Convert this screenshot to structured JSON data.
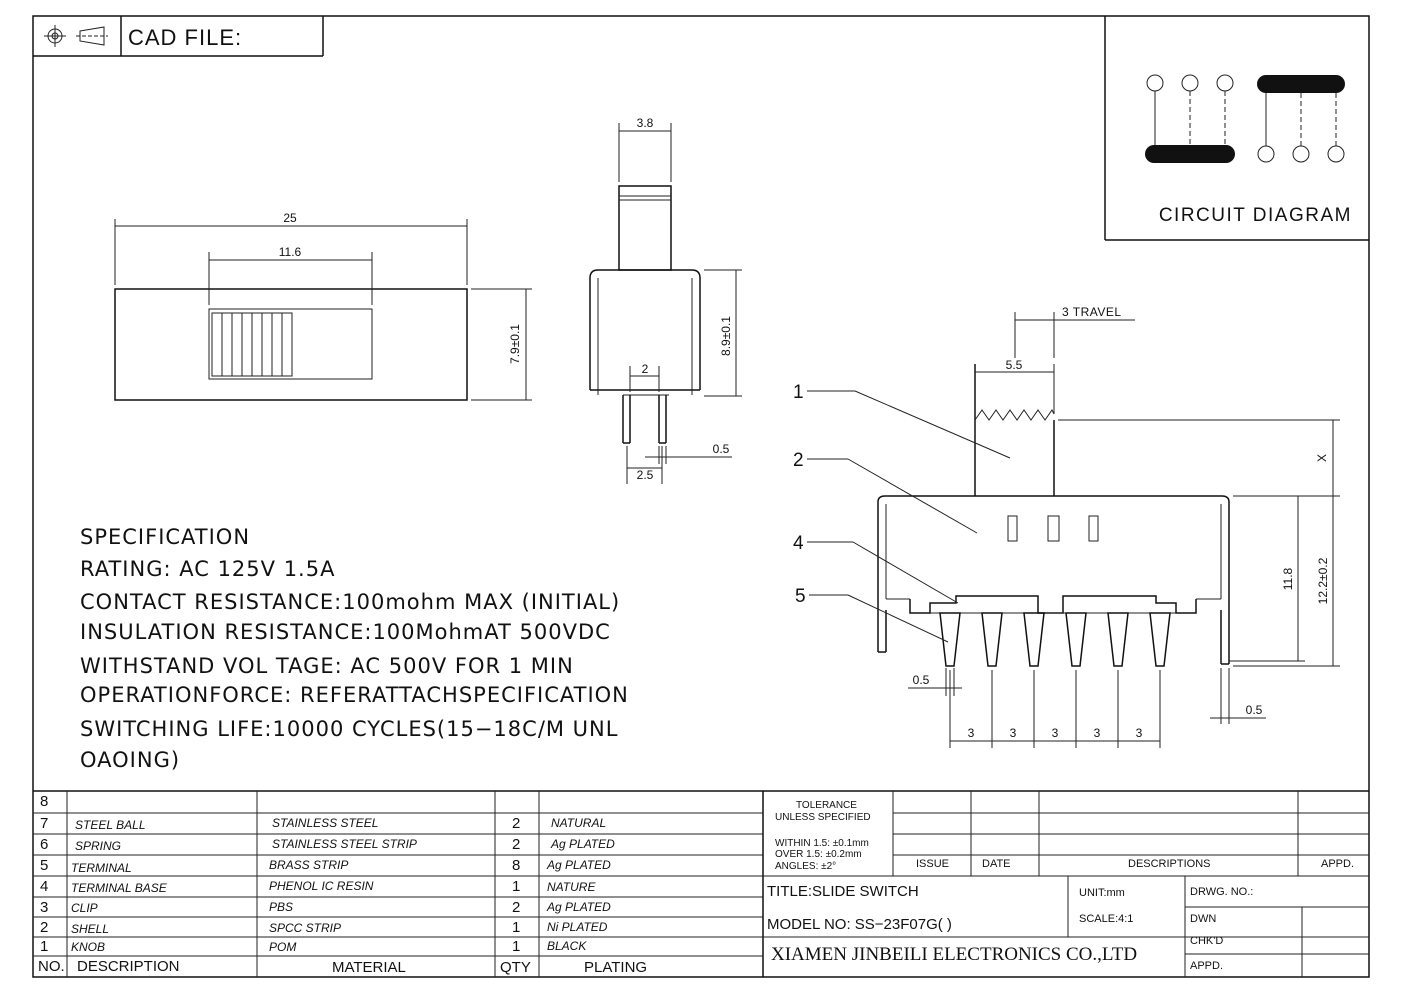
{
  "header": {
    "cad_file_label": "CAD FILE:"
  },
  "circuit": {
    "title": "CIRCUIT DIAGRAM"
  },
  "top_view": {
    "dim_overall": "25",
    "dim_knob": "11.6",
    "dim_height": "7.9±0.1"
  },
  "side_view": {
    "dim_knob_width": "3.8",
    "dim_height": "8.9±0.1",
    "dim_terminal": "2",
    "dim_pin": "0.5",
    "dim_pitch": "2.5"
  },
  "front_view": {
    "travel": "3 TRAVEL",
    "dim_knob": "5.5",
    "dim_x": "X",
    "dim_11_8": "11.8",
    "dim_12_2": "12.2±0.2",
    "dim_pin_left": "0.5",
    "dim_pin_right": "0.5",
    "pitch": [
      "3",
      "3",
      "3",
      "3",
      "3"
    ],
    "callouts": [
      "1",
      "2",
      "4",
      "5"
    ]
  },
  "specification": {
    "title": "SPECIFICATION",
    "lines": [
      "RATING: AC 125V 1.5A",
      "CONTACT RESISTANCE:100mohm MAX (INITIAL)",
      "INSULATION RESISTANCE:100MohmAT 500VDC",
      "WITHSTAND VOL TAGE: AC 500V FOR 1 MIN",
      "OPERATIONFORCE: REFERATTACHSPECIFICATION",
      "SWITCHING LIFE:10000 CYCLES(15−18C/M UNL",
      "OAOING)"
    ]
  },
  "bom": {
    "headers": {
      "no": "NO.",
      "description": "DESCRIPTION",
      "material": "MATERIAL",
      "qty": "QTY",
      "plating": "PLATING"
    },
    "rows": [
      {
        "no": "8",
        "description": "",
        "material": "",
        "qty": "",
        "plating": ""
      },
      {
        "no": "7",
        "description": "STEEL BALL",
        "material": "STAINLESS STEEL",
        "qty": "2",
        "plating": "NATURAL"
      },
      {
        "no": "6",
        "description": "SPRING",
        "material": "STAINLESS STEEL STRIP",
        "qty": "2",
        "plating": "Ag PLATED"
      },
      {
        "no": "5",
        "description": "TERMINAL",
        "material": "BRASS STRIP",
        "qty": "8",
        "plating": "Ag PLATED"
      },
      {
        "no": "4",
        "description": "TERMINAL BASE",
        "material": "PHENOL IC RESIN",
        "qty": "1",
        "plating": "NATURE"
      },
      {
        "no": "3",
        "description": "CLIP",
        "material": "PBS",
        "qty": "2",
        "plating": "Ag PLATED"
      },
      {
        "no": "2",
        "description": "SHELL",
        "material": "SPCC STRIP",
        "qty": "1",
        "plating": "Ni PLATED"
      },
      {
        "no": "1",
        "description": "KNOB",
        "material": "POM",
        "qty": "1",
        "plating": "BLACK"
      }
    ]
  },
  "title_block": {
    "tolerance": "TOLERANCE",
    "unless": "UNLESS SPECIFIED",
    "within": "WITHIN 1.5: ±0.1mm",
    "over": "OVER 1.5:  ±0.2mm",
    "angles": "ANGLES: ±2°",
    "issue": "ISSUE",
    "date": "DATE",
    "descriptions": "DESCRIPTIONS",
    "appd_col": "APPD.",
    "title": "TITLE:SLIDE SWITCH",
    "unit": "UNIT:mm",
    "drwg_no": "DRWG. NO.:",
    "model": "MODEL NO: SS−23F07G( )",
    "scale": "SCALE:4:1",
    "dwn": "DWN",
    "chkd": "CHK'D",
    "appd": "APPD.",
    "company": "XIAMEN JINBEILI ELECTRONICS CO.,LTD"
  }
}
